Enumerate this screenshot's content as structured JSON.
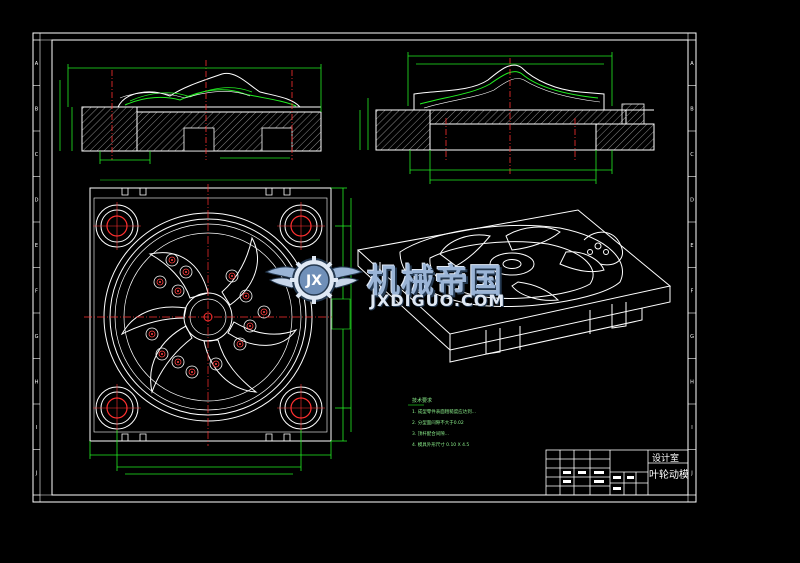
{
  "zone_letters": [
    "A",
    "B",
    "C",
    "D",
    "E",
    "F",
    "G",
    "H",
    "I",
    "J"
  ],
  "title_block": {
    "designer": "设计室",
    "drawing_name": "叶轮动模"
  },
  "notes": {
    "heading": "技术要求",
    "lines": [
      "1. 成型零件表面粗糙度应达到...",
      "2. 分型面间隙不大于0.02",
      "3. 顶杆配合间隙...",
      "4. 模具外形尺寸 0.10 X 4.5"
    ]
  },
  "watermark": {
    "cn": "机械帝国",
    "en": "JXDIGUO.COM",
    "logo_text": "JX"
  },
  "colors": {
    "background": "#000000",
    "line": "#ffffff",
    "dimension": "#00ff00",
    "centerline": "#ff2a2a"
  }
}
